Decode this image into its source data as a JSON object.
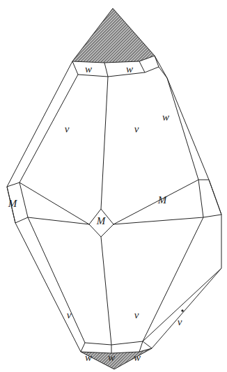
{
  "diagram": {
    "labels": [
      "w",
      "w",
      "w",
      "v",
      "v",
      "M",
      "M",
      "M",
      "v",
      "v",
      "v",
      "w",
      "w",
      "w"
    ]
  }
}
